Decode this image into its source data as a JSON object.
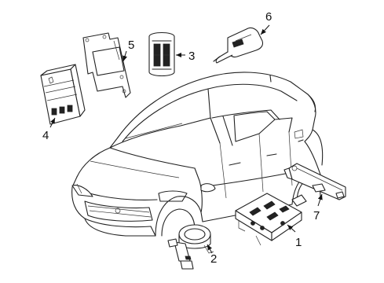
{
  "diagram": {
    "callouts": [
      {
        "id": "1",
        "text": "1"
      },
      {
        "id": "2",
        "text": "2"
      },
      {
        "id": "3",
        "text": "3"
      },
      {
        "id": "4",
        "text": "4"
      },
      {
        "id": "5",
        "text": "5"
      },
      {
        "id": "6",
        "text": "6"
      },
      {
        "id": "7",
        "text": "7"
      }
    ],
    "line_color": "#222222",
    "background": "#ffffff"
  }
}
